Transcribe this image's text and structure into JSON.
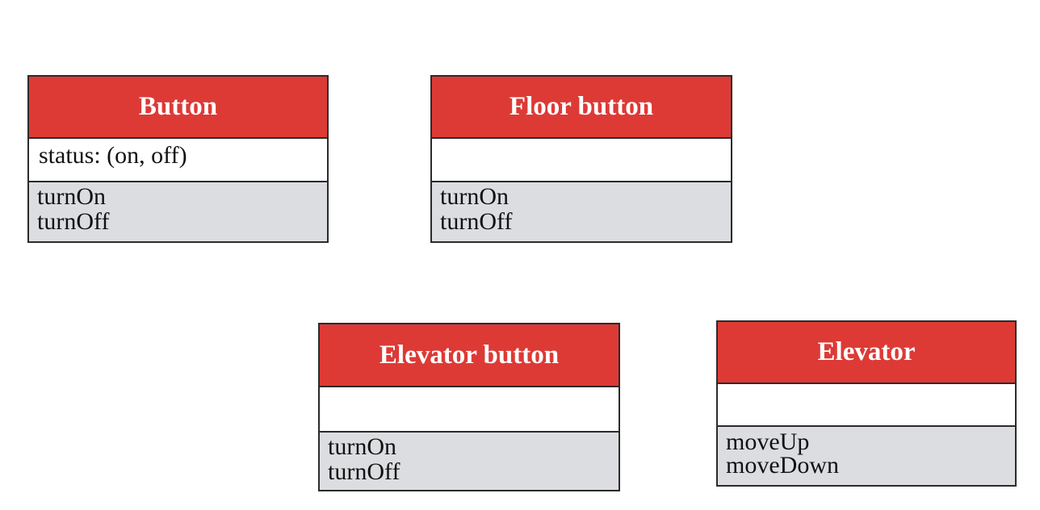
{
  "classes": [
    {
      "name": "Button",
      "attributes": [
        "status: (on, off)"
      ],
      "operations": [
        "turnOn",
        "turnOff"
      ]
    },
    {
      "name": "Floor button",
      "attributes": [],
      "operations": [
        "turnOn",
        "turnOff"
      ]
    },
    {
      "name": "Elevator button",
      "attributes": [],
      "operations": [
        "turnOn",
        "turnOff"
      ]
    },
    {
      "name": "Elevator",
      "attributes": [],
      "operations": [
        "moveUp",
        "moveDown"
      ]
    }
  ],
  "colors": {
    "header_fill": "#dd3a36",
    "header_text": "#ffffff",
    "operations_fill": "#dcdde0",
    "border": "#2b2b2b"
  }
}
